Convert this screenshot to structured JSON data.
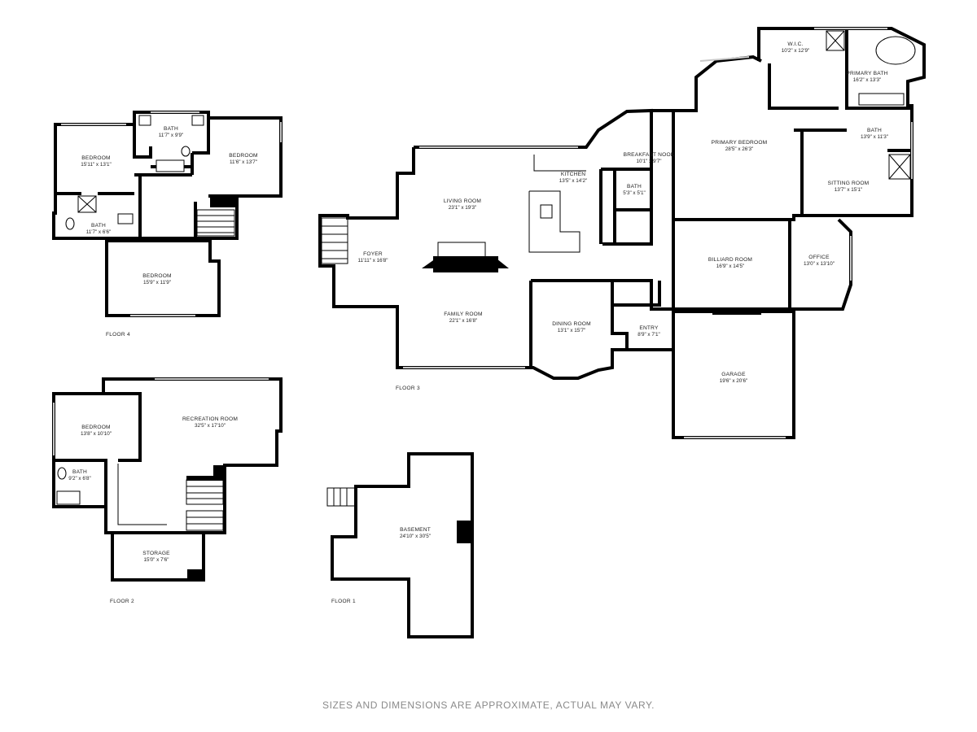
{
  "floors": {
    "floor4": {
      "label": "FLOOR 4",
      "rooms": [
        {
          "name": "BEDROOM",
          "dim": "15'11\" x 13'1\""
        },
        {
          "name": "BATH",
          "dim": "11'7\" x 9'9\""
        },
        {
          "name": "BEDROOM",
          "dim": "11'6\" x 13'7\""
        },
        {
          "name": "BATH",
          "dim": "11'7\" x 6'6\""
        },
        {
          "name": "BEDROOM",
          "dim": "15'9\" x 11'9\""
        }
      ]
    },
    "floor3": {
      "label": "FLOOR 3",
      "rooms": [
        {
          "name": "LIVING ROOM",
          "dim": "23'1\" x 19'3\""
        },
        {
          "name": "KITCHEN",
          "dim": "13'5\" x 14'2\""
        },
        {
          "name": "BREAKFAST NOOK",
          "dim": "10'1\" x 9'7\""
        },
        {
          "name": "BATH",
          "dim": "5'3\" x 5'1\""
        },
        {
          "name": "PRIMARY BEDROOM",
          "dim": "28'5\" x 26'3\""
        },
        {
          "name": "W.I.C.",
          "dim": "10'2\" x 12'9\""
        },
        {
          "name": "PRIMARY BATH",
          "dim": "16'2\" x 13'3\""
        },
        {
          "name": "BATH",
          "dim": "13'9\" x 11'3\""
        },
        {
          "name": "SITTING ROOM",
          "dim": "13'7\" x 15'1\""
        },
        {
          "name": "FOYER",
          "dim": "11'11\" x 16'8\""
        },
        {
          "name": "FAMILY ROOM",
          "dim": "22'1\" x 16'8\""
        },
        {
          "name": "DINING ROOM",
          "dim": "13'1\" x 15'7\""
        },
        {
          "name": "ENTRY",
          "dim": "8'9\" x 7'1\""
        },
        {
          "name": "BILLIARD ROOM",
          "dim": "16'9\" x 14'5\""
        },
        {
          "name": "OFFICE",
          "dim": "13'0\" x 13'10\""
        },
        {
          "name": "GARAGE",
          "dim": "19'6\" x 20'6\""
        }
      ]
    },
    "floor2": {
      "label": "FLOOR 2",
      "rooms": [
        {
          "name": "BEDROOM",
          "dim": "13'8\" x 10'10\""
        },
        {
          "name": "RECREATION ROOM",
          "dim": "32'5\" x 17'10\""
        },
        {
          "name": "BATH",
          "dim": "9'2\" x 6'8\""
        },
        {
          "name": "STORAGE",
          "dim": "15'0\" x 7'6\""
        }
      ]
    },
    "floor1": {
      "label": "FLOOR 1",
      "rooms": [
        {
          "name": "BASEMENT",
          "dim": "24'10\" x 30'5\""
        }
      ]
    }
  },
  "disclaimer": "SIZES AND DIMENSIONS ARE APPROXIMATE, ACTUAL MAY VARY."
}
